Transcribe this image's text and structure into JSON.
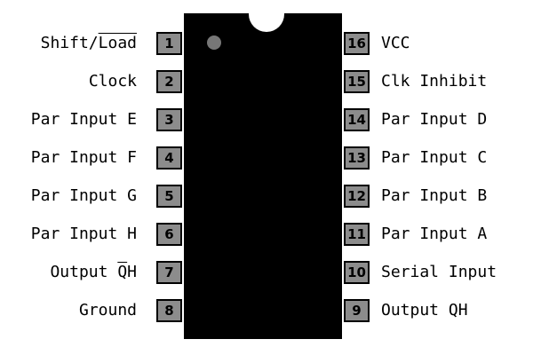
{
  "colors": {
    "chip_body": "#000000",
    "pin_fill": "#8c8c8c",
    "pin1_dot": "#777777"
  },
  "left_pins": [
    {
      "number": "1",
      "label_parts": [
        {
          "text": "Shift/",
          "overline": false
        },
        {
          "text": "Load",
          "overline": true
        }
      ]
    },
    {
      "number": "2",
      "label_parts": [
        {
          "text": "Clock",
          "overline": false
        }
      ]
    },
    {
      "number": "3",
      "label_parts": [
        {
          "text": "Par Input E",
          "overline": false
        }
      ]
    },
    {
      "number": "4",
      "label_parts": [
        {
          "text": "Par Input F",
          "overline": false
        }
      ]
    },
    {
      "number": "5",
      "label_parts": [
        {
          "text": "Par Input G",
          "overline": false
        }
      ]
    },
    {
      "number": "6",
      "label_parts": [
        {
          "text": "Par Input H",
          "overline": false
        }
      ]
    },
    {
      "number": "7",
      "label_parts": [
        {
          "text": "Output ",
          "overline": false
        },
        {
          "text": "Q",
          "overline": true
        },
        {
          "text": "H",
          "overline": false
        }
      ]
    },
    {
      "number": "8",
      "label_parts": [
        {
          "text": "Ground",
          "overline": false
        }
      ]
    }
  ],
  "right_pins": [
    {
      "number": "16",
      "label_parts": [
        {
          "text": "VCC",
          "overline": false
        }
      ]
    },
    {
      "number": "15",
      "label_parts": [
        {
          "text": "Clk Inhibit",
          "overline": false
        }
      ]
    },
    {
      "number": "14",
      "label_parts": [
        {
          "text": "Par Input D",
          "overline": false
        }
      ]
    },
    {
      "number": "13",
      "label_parts": [
        {
          "text": "Par Input C",
          "overline": false
        }
      ]
    },
    {
      "number": "12",
      "label_parts": [
        {
          "text": "Par Input B",
          "overline": false
        }
      ]
    },
    {
      "number": "11",
      "label_parts": [
        {
          "text": "Par Input A",
          "overline": false
        }
      ]
    },
    {
      "number": "10",
      "label_parts": [
        {
          "text": "Serial Input",
          "overline": false
        }
      ]
    },
    {
      "number": "9",
      "label_parts": [
        {
          "text": "Output QH",
          "overline": false
        }
      ]
    }
  ]
}
